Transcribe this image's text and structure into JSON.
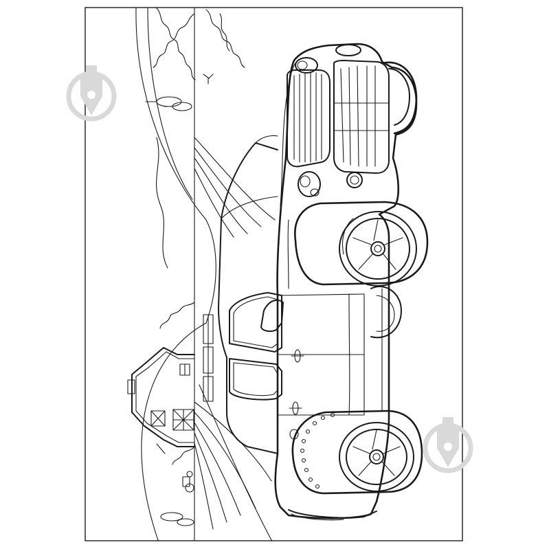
{
  "page": {
    "kind": "coloring-page",
    "orientation": "rotated-90",
    "colors": {
      "ink": "#1a1a1a",
      "paper": "#ffffff",
      "watermark": "#d9d9d9"
    }
  },
  "illustration": {
    "subject": "pickup-truck",
    "background": [
      "hills",
      "trees",
      "barn",
      "fence",
      "field-rows",
      "tractor"
    ]
  },
  "watermarks": [
    {
      "icon": "drop-pin-icon"
    },
    {
      "icon": "drop-pin-icon"
    }
  ]
}
